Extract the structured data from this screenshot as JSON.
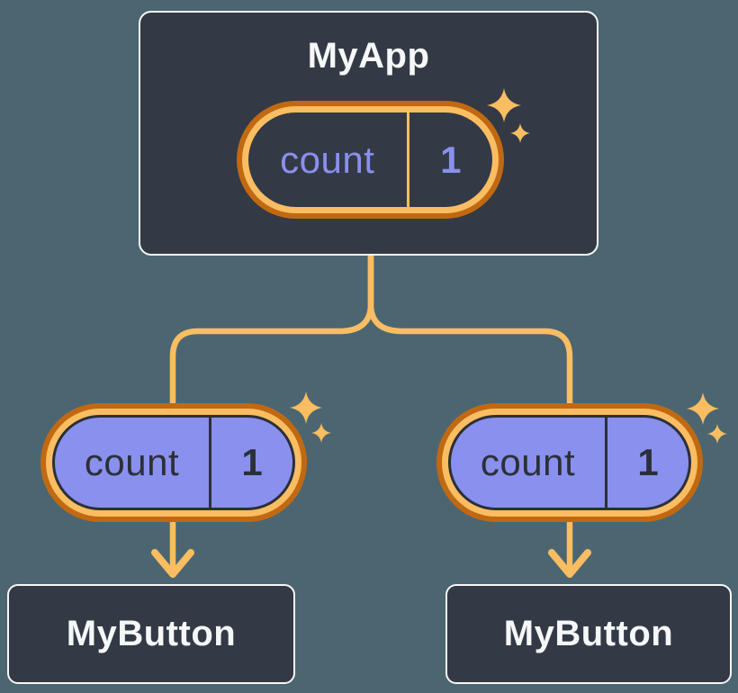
{
  "colors": {
    "background": "#4C6671",
    "card_fill": "#333A45",
    "card_border": "#F6F7F9",
    "text_light": "#F6F7F9",
    "orange_dark": "#C16912",
    "orange_light": "#FABD62",
    "purple": "#8A90EE",
    "text_dark": "#2B3038"
  },
  "root_component": {
    "label": "MyApp",
    "state": {
      "name": "count",
      "value": "1"
    }
  },
  "child_components": [
    {
      "label": "MyButton",
      "prop": {
        "name": "count",
        "value": "1"
      }
    },
    {
      "label": "MyButton",
      "prop": {
        "name": "count",
        "value": "1"
      }
    }
  ]
}
